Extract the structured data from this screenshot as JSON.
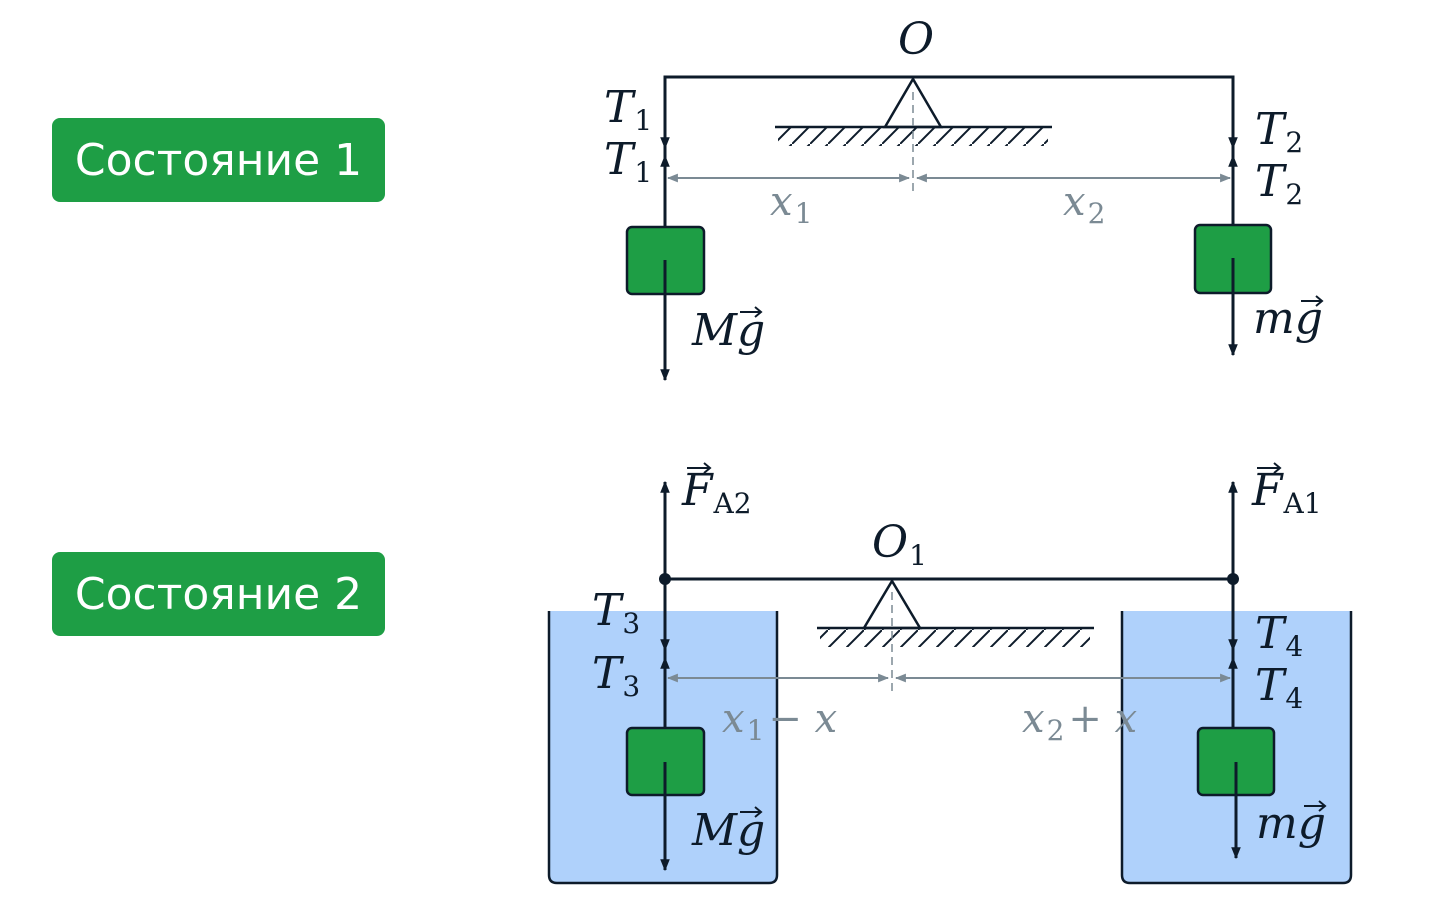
{
  "states": {
    "state1": "Состояние 1",
    "state2": "Состояние 2"
  },
  "state1": {
    "pivot": "O",
    "tension_left": "T",
    "tension_left_sub": "1",
    "tension_right": "T",
    "tension_right_sub": "2",
    "dist_left": "x",
    "dist_left_sub": "1",
    "dist_right": "x",
    "dist_right_sub": "2",
    "weight_left": "Mg",
    "weight_right": "mg"
  },
  "state2": {
    "pivot": "O",
    "pivot_sub": "1",
    "buoy_left": "F",
    "buoy_left_sub": "A2",
    "buoy_right": "F",
    "buoy_right_sub": "A1",
    "tension_left": "T",
    "tension_left_sub": "3",
    "tension_right": "T",
    "tension_right_sub": "4",
    "dist_left": "x",
    "dist_left_sub": "1",
    "dist_left_rest": "− x",
    "dist_right": "x",
    "dist_right_sub": "2",
    "dist_right_rest": "+ x",
    "weight_left": "Mg",
    "weight_right": "mg"
  },
  "colors": {
    "block": "#1e9e45",
    "water": "#afd1fb",
    "line": "#0d1b2a",
    "dimension": "#7b8a94"
  }
}
